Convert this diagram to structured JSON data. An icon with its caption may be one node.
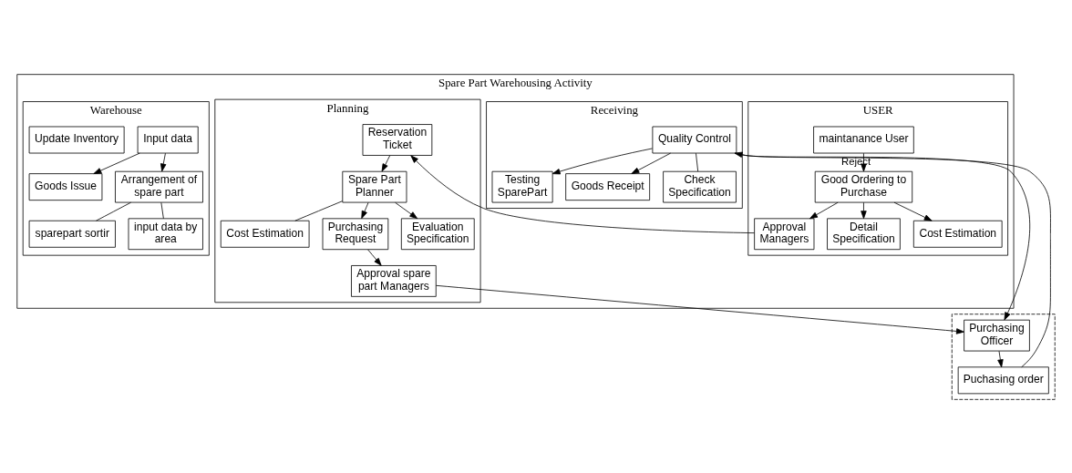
{
  "diagram": {
    "nodes": [
      {
        "text": [
          "Spare Part Warehousing Activity"
        ]
      },
      {
        "text": [
          "USER"
        ],
        "in": 0
      },
      {
        "text": [
          "Planning"
        ],
        "in": 0
      },
      {
        "text": [
          "Receiving"
        ],
        "in": 0
      },
      {
        "text": [
          "Warehouse"
        ],
        "in": 0
      },
      {
        "text": [
          "maintanance User"
        ],
        "in": 1
      },
      {
        "text": [
          "Good Ordering to Purchase"
        ],
        "in": 1
      },
      {
        "text": [
          "Approval Managers"
        ],
        "in": 1
      },
      {
        "text": [
          "Detail Specification"
        ],
        "in": 1
      },
      {
        "text": [
          "Cost Estimation"
        ],
        "in": 1
      },
      {
        "text": [
          "Reservation Ticket"
        ],
        "in": 2
      },
      {
        "text": [
          "Spare Part Planner"
        ],
        "in": 2
      },
      {
        "text": [
          "Purchasing Request"
        ],
        "in": 2
      },
      {
        "text": [
          "Evaluation Specification"
        ],
        "in": 2
      },
      {
        "text": [
          "Cost Estimation"
        ],
        "in": 2
      },
      {
        "text": [
          "Approval spare part Managers"
        ],
        "in": 2
      },
      {
        "text": [
          "Quality Control"
        ],
        "in": 3
      },
      {
        "text": [
          "Goods Receipt"
        ],
        "in": 3
      },
      {
        "text": [
          "Check Specification"
        ],
        "in": 3
      },
      {
        "text": [
          "Testing SparePart"
        ],
        "in": 3
      },
      {
        "text": [
          "Input data"
        ],
        "in": 4
      },
      {
        "text": [
          "Goods Issue"
        ],
        "in": 4
      },
      {
        "text": [
          "Arrangement of spare part"
        ],
        "in": 4
      },
      {
        "text": [
          "sparepart sortir"
        ],
        "in": 4
      },
      {
        "text": [
          "input data by area"
        ],
        "in": 4
      },
      {
        "text": [
          "Update Inventory"
        ],
        "in": 4
      },
      {
        "text": [],
        "shape": "box"
      },
      {
        "text": [
          "Purchasing Officer"
        ],
        "in": 26
      },
      {
        "text": [
          "Puchasing order"
        ],
        "in": 26
      }
    ],
    "edges": [
      {
        "from": 5,
        "to": 6,
        "arrow": "to"
      },
      {
        "from": 6,
        "to": 7,
        "arrow": "to"
      },
      {
        "from": 6,
        "to": 8,
        "arrow": "to"
      },
      {
        "from": 6,
        "to": 9,
        "arrow": "to"
      },
      {
        "from": 7,
        "to": 10,
        "arrow": "to"
      },
      {
        "from": 10,
        "to": 11,
        "arrow": "to"
      },
      {
        "from": 11,
        "to": 12,
        "arrow": "to"
      },
      {
        "from": 11,
        "to": 13,
        "arrow": "to"
      },
      {
        "from": 11,
        "to": 14,
        "arrow": "none"
      },
      {
        "from": 12,
        "to": 15,
        "arrow": "to"
      },
      {
        "from": 15,
        "to": 27,
        "arrow": "to"
      },
      {
        "from": 27,
        "to": 28,
        "arrow": "to"
      },
      {
        "from": 28,
        "to": 16,
        "arrow": "to"
      },
      {
        "from": 16,
        "to": 17,
        "arrow": "to"
      },
      {
        "from": 16,
        "to": 18,
        "arrow": "none"
      },
      {
        "from": 16,
        "to": 19,
        "arrow": "to"
      },
      {
        "from": 16,
        "to": 27,
        "arrow": "to",
        "label": "Reject"
      },
      {
        "from": 20,
        "to": 21,
        "arrow": "to"
      },
      {
        "from": 20,
        "to": 22,
        "arrow": "to"
      },
      {
        "from": 22,
        "to": 23,
        "arrow": "none"
      },
      {
        "from": 22,
        "to": 24,
        "arrow": "none"
      }
    ]
  }
}
